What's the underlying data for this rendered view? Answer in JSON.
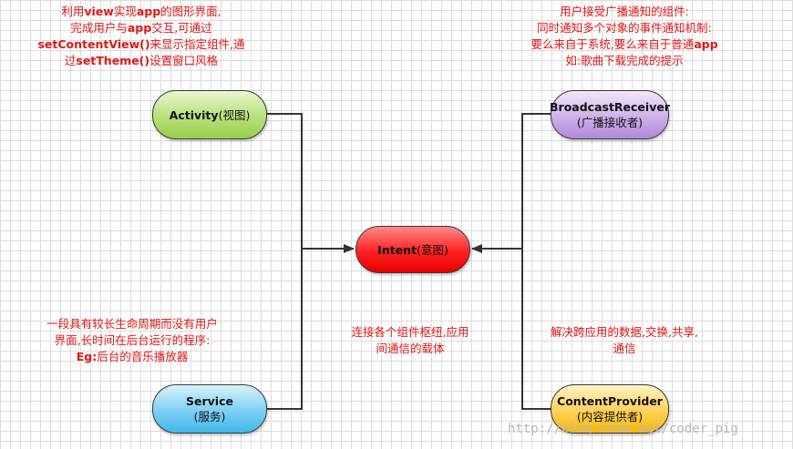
{
  "notes": {
    "activity": {
      "l1": "利用",
      "l1b": "view",
      "l1c": "实现",
      "l1d": "app",
      "l1e": "的图形界面,",
      "l2": "完成用户与",
      "l2b": "app",
      "l2c": "交互,可通过",
      "l3b": "setContentView()",
      "l3c": "来显示指定组件,通",
      "l4": "过",
      "l4b": "setTheme()",
      "l4c": "设置窗口风格"
    },
    "broadcast": {
      "l1": "用户接受广播通知的组件:",
      "l2": "同时通知多个对象的事件通知机制:",
      "l3": "要么来自于系统,要么来自于普通",
      "l3b": "app",
      "l4": "如:歌曲下载完成的提示"
    },
    "service": {
      "l1": "一段具有较长生命周期而没有用户",
      "l2": "界面,长时间在后台运行的程序:",
      "l3b": "Eg:",
      "l3": "后台的音乐播放器"
    },
    "intent": {
      "l1": "连接各个组件枢纽,应用",
      "l2": "间通信的载体"
    },
    "provider": {
      "l1": "解决跨应用的数据,交换,共享,",
      "l2": "通信"
    }
  },
  "nodes": {
    "activity": {
      "name": "Activity",
      "sub": "(视图)"
    },
    "broadcast": {
      "name": "BroadcastReceiver",
      "sub": "(广播接收者)"
    },
    "intent": {
      "name": "Intent",
      "sub": "(意图)"
    },
    "service": {
      "name": "Service",
      "sub": "(服务)"
    },
    "provider": {
      "name": "ContentProvider",
      "sub": "(内容提供者)"
    }
  },
  "watermark": "http://blog.csdn.net/coder_pig"
}
